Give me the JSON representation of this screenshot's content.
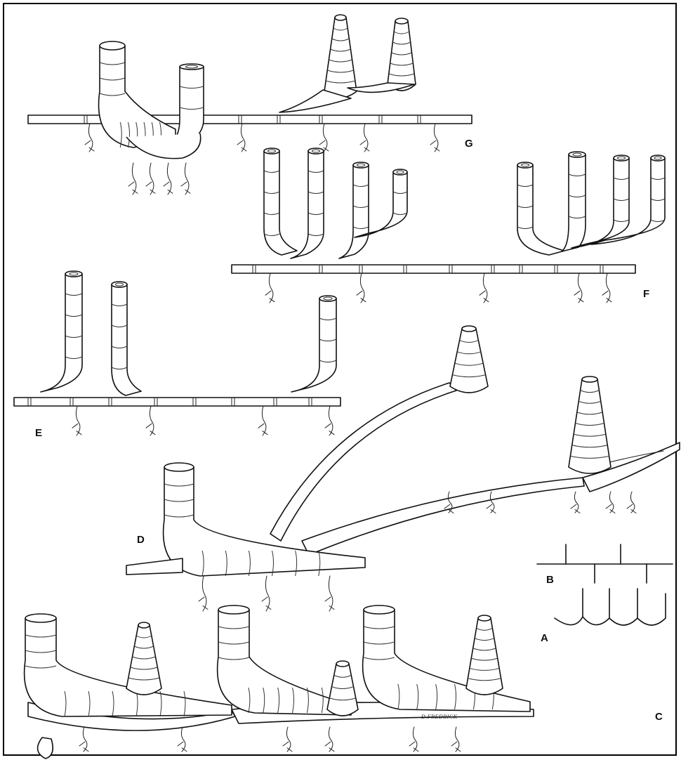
{
  "figure": {
    "labels": {
      "G": "G",
      "F": "F",
      "E": "E",
      "D": "D",
      "B": "B",
      "A": "A",
      "C": "C"
    },
    "signature": "D.FREDRICK",
    "colors": {
      "ink": "#111111",
      "paper": "#ffffff",
      "frame": "#000000"
    }
  }
}
